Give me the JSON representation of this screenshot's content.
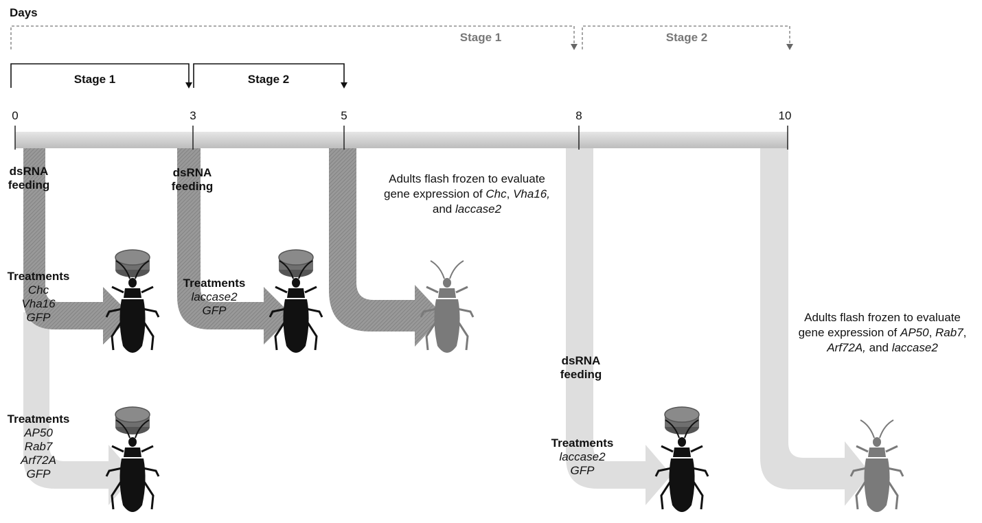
{
  "axis_title": "Days",
  "ticks": [
    "0",
    "3",
    "5",
    "8",
    "10"
  ],
  "stage_labels": {
    "exp1_stage1": "Stage 1",
    "exp1_stage2": "Stage 2",
    "exp2_stage1": "Stage 1",
    "exp2_stage2": "Stage 2"
  },
  "feeding": {
    "day0": [
      "dsRNA",
      "feeding"
    ],
    "day3": [
      "dsRNA",
      "feeding"
    ],
    "day8": [
      "dsRNA",
      "feeding"
    ]
  },
  "treatments": {
    "heading": "Treatments",
    "exp1_upper": [
      "Chc",
      "Vha16",
      "GFP"
    ],
    "exp1_stage2": [
      "laccase2",
      "GFP"
    ],
    "exp2_lower": [
      "AP50",
      "Rab7",
      "Arf72A",
      "GFP"
    ],
    "exp2_stage2": [
      "laccase2",
      "GFP"
    ]
  },
  "notes": {
    "day5": {
      "line1": "Adults flash frozen to evaluate",
      "line2_prefix": "gene expression of ",
      "gene_a": "Chc",
      "sep": ", ",
      "gene_b": "Vha16,",
      "line3_prefix": "and ",
      "gene_c": "laccase2"
    },
    "day10": {
      "line1": "Adults flash frozen to evaluate",
      "line2_prefix": "gene expression of ",
      "gene_a": "AP50",
      "sep_a": ", ",
      "gene_b": "Rab7",
      "sep_b": ",",
      "gene_c": "Arf72A,",
      "mid": " and ",
      "gene_d": "laccase2"
    }
  },
  "colors": {
    "dark_arrow": "#8f8f8f",
    "light_arrow": "#dedede",
    "timeline_bar": "#d4d4d4",
    "beetle": "#111111",
    "beetle_frozen": "#7a7a7a",
    "diet_dish": "#7d7d7d"
  }
}
